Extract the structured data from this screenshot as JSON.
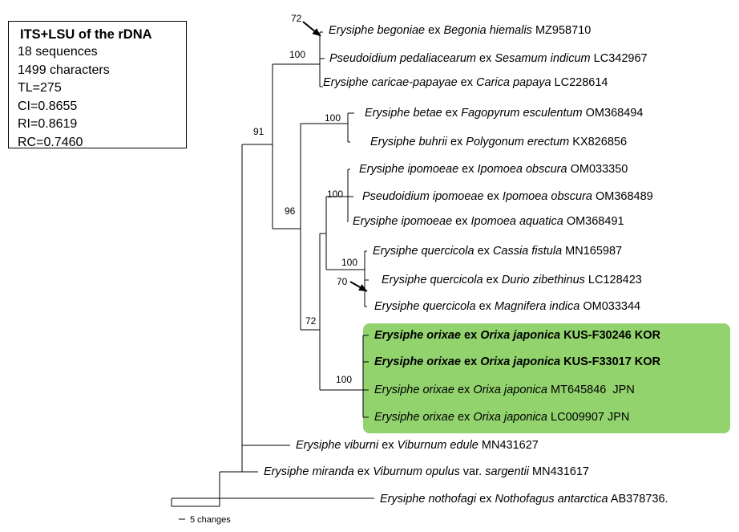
{
  "stats": {
    "title": "ITS+LSU of the rDNA",
    "lines": [
      "18 sequences",
      "1499 characters",
      "TL=275",
      "CI=0.8655",
      "RI=0.8619",
      "RC=0.7460"
    ]
  },
  "taxa": [
    {
      "id": "t1",
      "parts": [
        {
          "t": "Erysiphe begoniae",
          "i": true
        },
        {
          "t": " ex "
        },
        {
          "t": "Begonia hiemalis",
          "i": true
        },
        {
          "t": " MZ958710"
        }
      ]
    },
    {
      "id": "t2",
      "parts": [
        {
          "t": "Pseudoidium pedaliacearum",
          "i": true
        },
        {
          "t": " ex "
        },
        {
          "t": "Sesamum indicum",
          "i": true
        },
        {
          "t": " LC342967"
        }
      ]
    },
    {
      "id": "t3",
      "parts": [
        {
          "t": "Erysiphe caricae-papayae",
          "i": true
        },
        {
          "t": " ex "
        },
        {
          "t": "Carica papaya",
          "i": true
        },
        {
          "t": " LC228614"
        }
      ]
    },
    {
      "id": "t4",
      "parts": [
        {
          "t": "Erysiphe betae",
          "i": true
        },
        {
          "t": " ex "
        },
        {
          "t": "Fagopyrum esculentum",
          "i": true
        },
        {
          "t": " OM368494"
        }
      ]
    },
    {
      "id": "t5",
      "parts": [
        {
          "t": "Erysiphe buhrii",
          "i": true
        },
        {
          "t": " ex "
        },
        {
          "t": "Polygonum erectum",
          "i": true
        },
        {
          "t": " KX826856"
        }
      ]
    },
    {
      "id": "t6",
      "parts": [
        {
          "t": "Erysiphe ipomoeae",
          "i": true
        },
        {
          "t": " ex "
        },
        {
          "t": "Ipomoea obscura",
          "i": true
        },
        {
          "t": " OM033350"
        }
      ]
    },
    {
      "id": "t7",
      "parts": [
        {
          "t": "Pseudoidium ipomoeae",
          "i": true
        },
        {
          "t": " ex "
        },
        {
          "t": "Ipomoea obscura",
          "i": true
        },
        {
          "t": " OM368489"
        }
      ]
    },
    {
      "id": "t8",
      "parts": [
        {
          "t": "Erysiphe ipomoeae",
          "i": true
        },
        {
          "t": " ex "
        },
        {
          "t": "Ipomoea aquatica",
          "i": true
        },
        {
          "t": " OM368491"
        }
      ]
    },
    {
      "id": "t9",
      "parts": [
        {
          "t": "Erysiphe quercicola",
          "i": true
        },
        {
          "t": " ex "
        },
        {
          "t": "Cassia fistula",
          "i": true
        },
        {
          "t": " MN165987"
        }
      ]
    },
    {
      "id": "t10",
      "parts": [
        {
          "t": "Erysiphe quercicola",
          "i": true
        },
        {
          "t": " ex "
        },
        {
          "t": "Durio zibethinus",
          "i": true
        },
        {
          "t": " LC128423"
        }
      ]
    },
    {
      "id": "t11",
      "parts": [
        {
          "t": "Erysiphe quercicola",
          "i": true
        },
        {
          "t": " ex "
        },
        {
          "t": "Magnifera indica",
          "i": true
        },
        {
          "t": " OM033344"
        }
      ]
    },
    {
      "id": "t12",
      "bold": true,
      "parts": [
        {
          "t": "Erysiphe orixae",
          "i": true
        },
        {
          "t": " ex "
        },
        {
          "t": "Orixa japonica",
          "i": true
        },
        {
          "t": " KUS-F30246 KOR"
        }
      ]
    },
    {
      "id": "t13",
      "bold": true,
      "parts": [
        {
          "t": "Erysiphe orixae",
          "i": true
        },
        {
          "t": " ex "
        },
        {
          "t": "Orixa japonica",
          "i": true
        },
        {
          "t": " KUS-F33017 KOR"
        }
      ]
    },
    {
      "id": "t14",
      "parts": [
        {
          "t": "Erysiphe orixae",
          "i": true
        },
        {
          "t": " ex "
        },
        {
          "t": "Orixa japonica",
          "i": true
        },
        {
          "t": " MT645846  JPN"
        }
      ]
    },
    {
      "id": "t15",
      "parts": [
        {
          "t": "Erysiphe orixae",
          "i": true
        },
        {
          "t": " ex "
        },
        {
          "t": "Orixa japonica",
          "i": true
        },
        {
          "t": " LC009907 JPN"
        }
      ]
    },
    {
      "id": "t16",
      "parts": [
        {
          "t": "Erysiphe viburni",
          "i": true
        },
        {
          "t": " ex "
        },
        {
          "t": "Viburnum edule",
          "i": true
        },
        {
          "t": " MN431627"
        }
      ]
    },
    {
      "id": "t17",
      "parts": [
        {
          "t": "Erysiphe miranda",
          "i": true
        },
        {
          "t": " ex "
        },
        {
          "t": "Viburnum opulus",
          "i": true
        },
        {
          "t": " var. "
        },
        {
          "t": "sargentii",
          "i": true
        },
        {
          "t": " MN431617"
        }
      ]
    },
    {
      "id": "t18",
      "parts": [
        {
          "t": "Erysiphe nothofagi",
          "i": true
        },
        {
          "t": " ex "
        },
        {
          "t": "Nothofagus antarctica",
          "i": true
        },
        {
          "t": " AB378736."
        }
      ]
    }
  ],
  "support_values": [
    "72",
    "100",
    "91",
    "100",
    "96",
    "100",
    "100",
    "70",
    "72",
    "100"
  ],
  "scale_bar_label": "5 changes",
  "highlight_color": "#92d36e"
}
